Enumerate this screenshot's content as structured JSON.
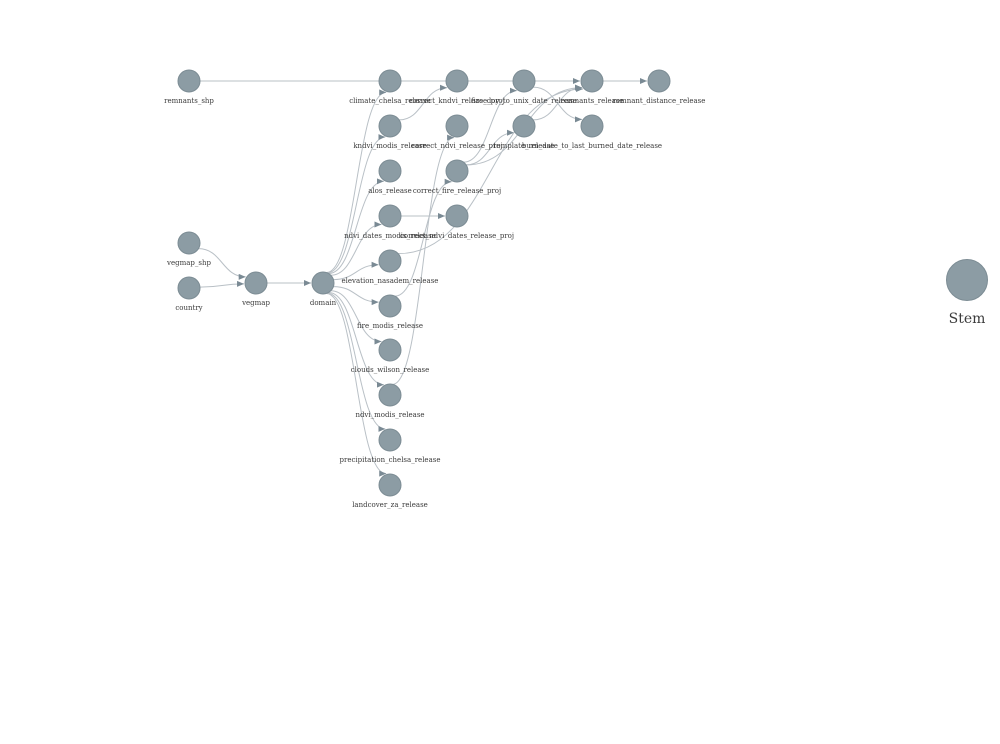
{
  "graph": {
    "nodes": [
      {
        "id": "remnants_shp",
        "label": "remnants_shp"
      },
      {
        "id": "vegmap_shp",
        "label": "vegmap_shp"
      },
      {
        "id": "country",
        "label": "country"
      },
      {
        "id": "vegmap",
        "label": "vegmap"
      },
      {
        "id": "domain",
        "label": "domain"
      },
      {
        "id": "climate_chelsa_release",
        "label": "climate_chelsa_release"
      },
      {
        "id": "kndvi_modis_release",
        "label": "kndvi_modis_release"
      },
      {
        "id": "alos_release",
        "label": "alos_release"
      },
      {
        "id": "ndvi_dates_modis_release",
        "label": "ndvi_dates_modis_release"
      },
      {
        "id": "elevation_nasadem_release",
        "label": "elevation_nasadem_release"
      },
      {
        "id": "fire_modis_release",
        "label": "fire_modis_release"
      },
      {
        "id": "clouds_wilson_release",
        "label": "clouds_wilson_release"
      },
      {
        "id": "ndvi_modis_release",
        "label": "ndvi_modis_release"
      },
      {
        "id": "precipitation_chelsa_release",
        "label": "precipitation_chelsa_release"
      },
      {
        "id": "landcover_za_release",
        "label": "landcover_za_release"
      },
      {
        "id": "correct_kndvi_release_proj",
        "label": "correct_kndvi_release_proj"
      },
      {
        "id": "correct_ndvi_release_proj",
        "label": "correct_ndvi_release_proj"
      },
      {
        "id": "correct_fire_release_proj",
        "label": "correct_fire_release_proj"
      },
      {
        "id": "correct_ndvi_dates_release_proj",
        "label": "correct_ndvi_dates_release_proj"
      },
      {
        "id": "fire_doy_to_unix_date_release",
        "label": "fire_doy_to_unix_date_release"
      },
      {
        "id": "template_release",
        "label": "template_release"
      },
      {
        "id": "remnants_release",
        "label": "remnants_release"
      },
      {
        "id": "burn_date_to_last_burned_date_release",
        "label": "burn_date_to_last_burned_date_release"
      },
      {
        "id": "remnant_distance_release",
        "label": "remnant_distance_release"
      }
    ],
    "edges": [
      [
        "vegmap_shp",
        "vegmap"
      ],
      [
        "country",
        "vegmap"
      ],
      [
        "vegmap",
        "domain"
      ],
      [
        "domain",
        "climate_chelsa_release"
      ],
      [
        "domain",
        "kndvi_modis_release"
      ],
      [
        "domain",
        "alos_release"
      ],
      [
        "domain",
        "ndvi_dates_modis_release"
      ],
      [
        "domain",
        "elevation_nasadem_release"
      ],
      [
        "domain",
        "fire_modis_release"
      ],
      [
        "domain",
        "clouds_wilson_release"
      ],
      [
        "domain",
        "ndvi_modis_release"
      ],
      [
        "domain",
        "precipitation_chelsa_release"
      ],
      [
        "domain",
        "landcover_za_release"
      ],
      [
        "remnants_shp",
        "remnants_release"
      ],
      [
        "kndvi_modis_release",
        "correct_kndvi_release_proj"
      ],
      [
        "ndvi_modis_release",
        "correct_ndvi_release_proj"
      ],
      [
        "fire_modis_release",
        "correct_fire_release_proj"
      ],
      [
        "ndvi_dates_modis_release",
        "correct_ndvi_dates_release_proj"
      ],
      [
        "correct_fire_release_proj",
        "fire_doy_to_unix_date_release"
      ],
      [
        "correct_fire_release_proj",
        "template_release"
      ],
      [
        "correct_fire_release_proj",
        "remnants_release"
      ],
      [
        "elevation_nasadem_release",
        "remnants_release"
      ],
      [
        "template_release",
        "remnants_release"
      ],
      [
        "fire_doy_to_unix_date_release",
        "burn_date_to_last_burned_date_release"
      ],
      [
        "remnants_release",
        "remnant_distance_release"
      ]
    ]
  },
  "legend": {
    "label": "Stem"
  },
  "colors": {
    "node_fill": "#8c9ca4",
    "edge": "#b9c0c6",
    "arrow": "#7a8a94"
  }
}
